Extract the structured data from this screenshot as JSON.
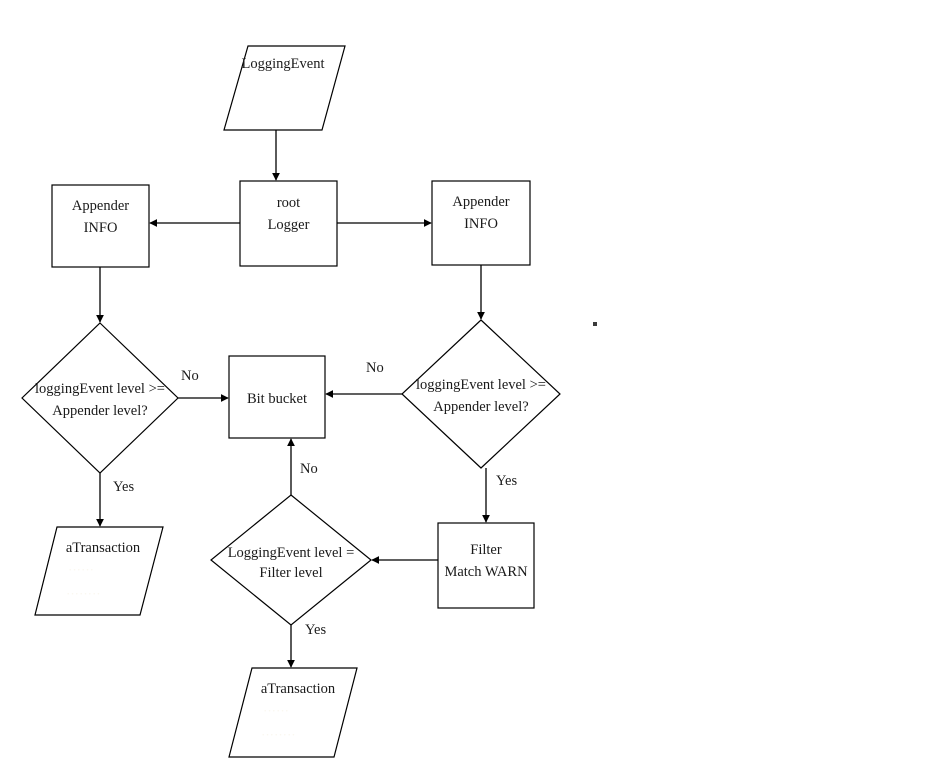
{
  "diagram": {
    "title": "Logging event routing flowchart",
    "background": "#ffffff",
    "stroke": "#000000",
    "text_color": "#1a1a1a"
  },
  "nodes": {
    "logging_event": {
      "shape": "parallelogram",
      "line1": "LoggingEvent",
      "line2": ""
    },
    "appender_left": {
      "shape": "rectangle",
      "line1": "Appender",
      "line2": "INFO"
    },
    "root_logger": {
      "shape": "rectangle",
      "line1": "root",
      "line2": "Logger"
    },
    "appender_right": {
      "shape": "rectangle",
      "line1": "Appender",
      "line2": "INFO"
    },
    "decision_left": {
      "shape": "diamond",
      "line1": "loggingEvent level >=",
      "line2": "Appender level?"
    },
    "decision_right": {
      "shape": "diamond",
      "line1": "loggingEvent level >=",
      "line2": "Appender level?"
    },
    "bit_bucket": {
      "shape": "rectangle",
      "line1": "Bit bucket",
      "line2": ""
    },
    "transaction_left": {
      "shape": "parallelogram",
      "line1": "aTransaction",
      "line2": ""
    },
    "filter": {
      "shape": "rectangle",
      "line1": "Filter",
      "line2": "Match WARN"
    },
    "decision_filter": {
      "shape": "diamond",
      "line1": "LoggingEvent level =",
      "line2": "Filter level"
    },
    "transaction_bottom": {
      "shape": "parallelogram",
      "line1": "aTransaction",
      "line2": ""
    }
  },
  "edge_labels": {
    "left_no": "No",
    "right_no": "No",
    "bottom_no": "No",
    "left_yes": "Yes",
    "right_yes": "Yes",
    "filter_yes": "Yes"
  },
  "artifacts": {
    "stray_dot": "dot"
  }
}
